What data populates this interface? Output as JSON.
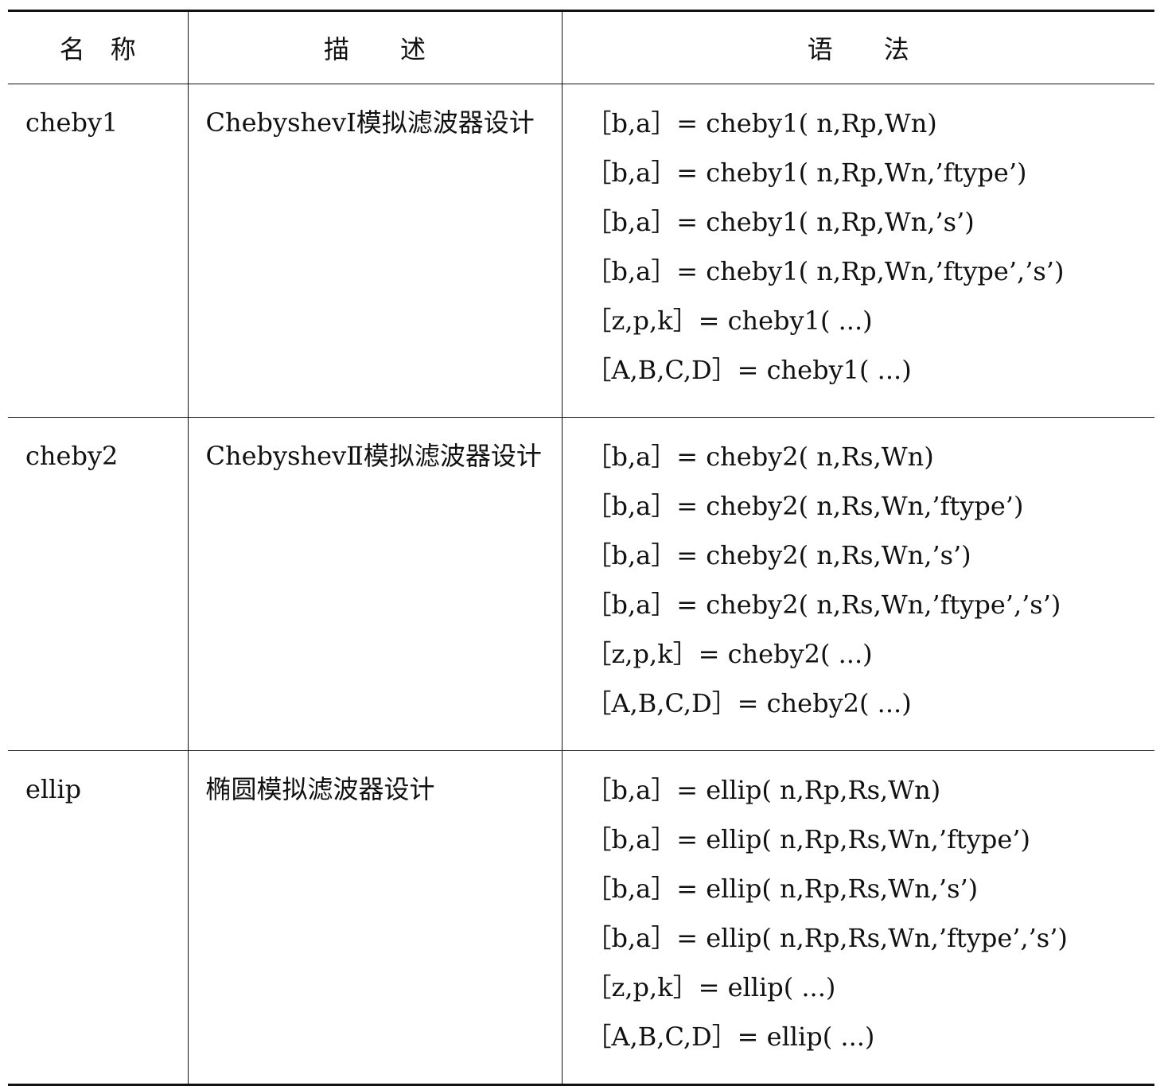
{
  "table": {
    "headers": {
      "name": "名　称",
      "description": "描　　述",
      "syntax": "语　　法"
    },
    "rows": [
      {
        "name": "cheby1",
        "description": "ChebyshevⅠ模拟滤波器设计",
        "syntax": [
          "［b,a］= cheby1( n,Rp,Wn)",
          "［b,a］= cheby1( n,Rp,Wn,’ftype’)",
          "［b,a］= cheby1( n,Rp,Wn,’s’)",
          "［b,a］= cheby1( n,Rp,Wn,’ftype’,’s’)",
          "［z,p,k］= cheby1( ...)",
          "［A,B,C,D］= cheby1( ...)"
        ]
      },
      {
        "name": "cheby2",
        "description": "ChebyshevⅡ模拟滤波器设计",
        "syntax": [
          "［b,a］= cheby2( n,Rs,Wn)",
          "［b,a］= cheby2( n,Rs,Wn,’ftype’)",
          "［b,a］= cheby2( n,Rs,Wn,’s’)",
          "［b,a］= cheby2( n,Rs,Wn,’ftype’,’s’)",
          "［z,p,k］= cheby2( ...)",
          "［A,B,C,D］= cheby2( ...)"
        ]
      },
      {
        "name": "ellip",
        "description": "椭圆模拟滤波器设计",
        "syntax": [
          "［b,a］= ellip( n,Rp,Rs,Wn)",
          "［b,a］= ellip( n,Rp,Rs,Wn,’ftype’)",
          "［b,a］= ellip( n,Rp,Rs,Wn,’s’)",
          "［b,a］= ellip( n,Rp,Rs,Wn,’ftype’,’s’)",
          "［z,p,k］= ellip( ...)",
          "［A,B,C,D］= ellip( ...)"
        ]
      }
    ]
  }
}
